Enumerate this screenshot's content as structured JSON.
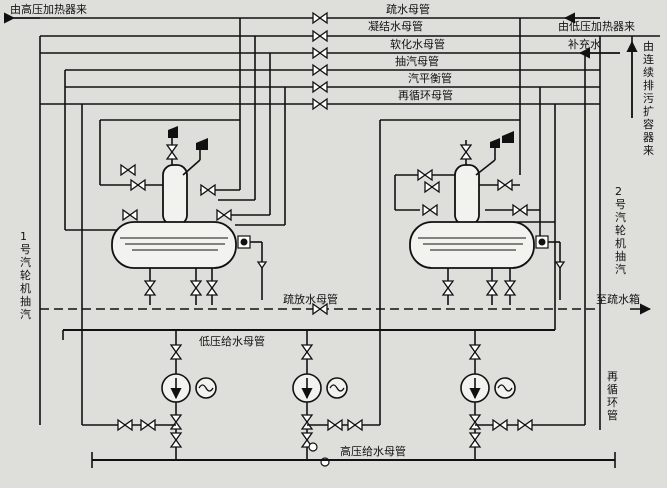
{
  "labels": {
    "top_left_source": "由高压加热器来",
    "drain_header": "疏水母管",
    "condensate_header": "凝结水母管",
    "top_right_source": "由低压加热器来",
    "softened_header": "软化水母管",
    "makeup_water": "补充水",
    "extraction_header": "抽汽母管",
    "steam_balance_header": "汽平衡管",
    "recirc_header": "再循环母管",
    "left_extraction": "1号汽轮机抽汽",
    "right_extraction": "2号汽轮机抽汽",
    "right_blowdown": "由连续排污扩容器来",
    "drain_release_header": "疏放水母管",
    "to_drain_tank": "至疏水箱",
    "lp_feedwater_header": "低压给水母管",
    "recirc_pipe": "再循环管",
    "hp_feedwater_header": "高压给水母管"
  },
  "icons": {
    "pump": "pump-icon",
    "valve": "gate-valve-icon",
    "safety_valve": "safety-valve-icon",
    "level_gauge": "level-gauge-icon",
    "vent": "vent-icon"
  }
}
